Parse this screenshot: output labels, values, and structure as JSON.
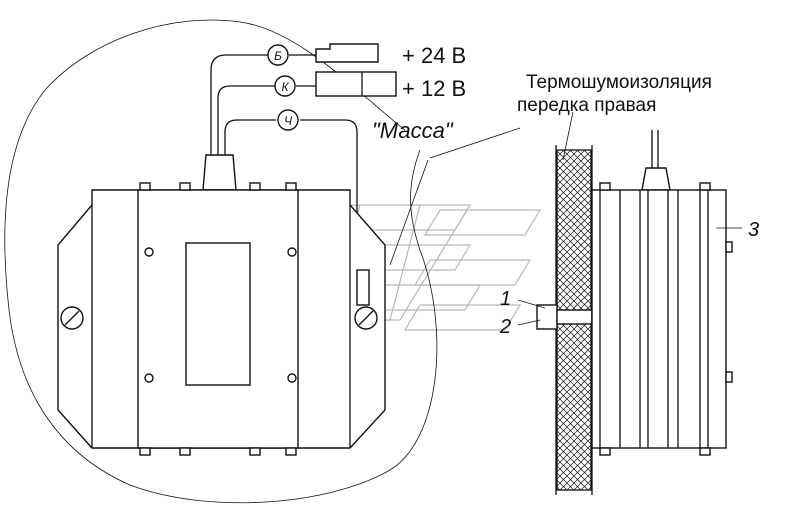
{
  "labels": {
    "wire_b": "Б",
    "wire_k": "К",
    "wire_ch": "Ч",
    "voltage_24": "+ 24 В",
    "voltage_12": "+ 12 В",
    "ground": "\"Масса\"",
    "insulation_line1": "Термошумоизоляция",
    "insulation_line2": "передка правая",
    "callout_1": "1",
    "callout_2": "2",
    "callout_3": "3"
  }
}
